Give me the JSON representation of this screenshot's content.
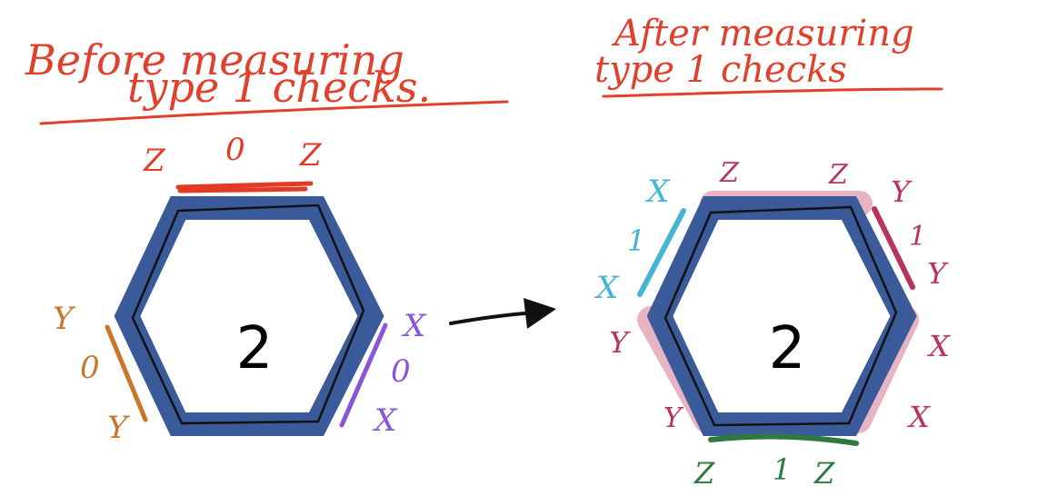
{
  "colors": {
    "title": "#e0402c",
    "hex_fill": "#3a5a9a",
    "outline": "#111111",
    "check_top": "#e23a24",
    "check_left": "#c7772a",
    "check_right": "#8a55d6",
    "pink_band": "#e8b4c4",
    "magenta": "#b8335e",
    "cyan": "#45b4d6",
    "green": "#2e7a3e",
    "arrow": "#111111"
  },
  "left": {
    "title_line1": "Before measuring",
    "title_line2": "type 1 checks.",
    "number": "2",
    "top_check": {
      "left": "Z",
      "mid": "0",
      "right": "Z"
    },
    "left_check": {
      "top": "Y",
      "mid": "0",
      "bottom": "Y"
    },
    "right_check": {
      "top": "X",
      "mid": "0",
      "bottom": "X"
    }
  },
  "right": {
    "title_line1": "After measuring",
    "title_line2": "type 1 checks",
    "number": "2",
    "top_labels": {
      "left": "Z",
      "right": "Z"
    },
    "cyan_check": {
      "top": "X",
      "mid": "1",
      "bottom": "X"
    },
    "right_magenta_check": {
      "top": "Y",
      "mid": "1",
      "bottom": "Y"
    },
    "left_labels": {
      "top": "Y",
      "bottom": "Y"
    },
    "right_labels": {
      "top": "X",
      "bottom": "X"
    },
    "bottom_check": {
      "left": "Z",
      "mid": "1",
      "right": "Z"
    }
  }
}
